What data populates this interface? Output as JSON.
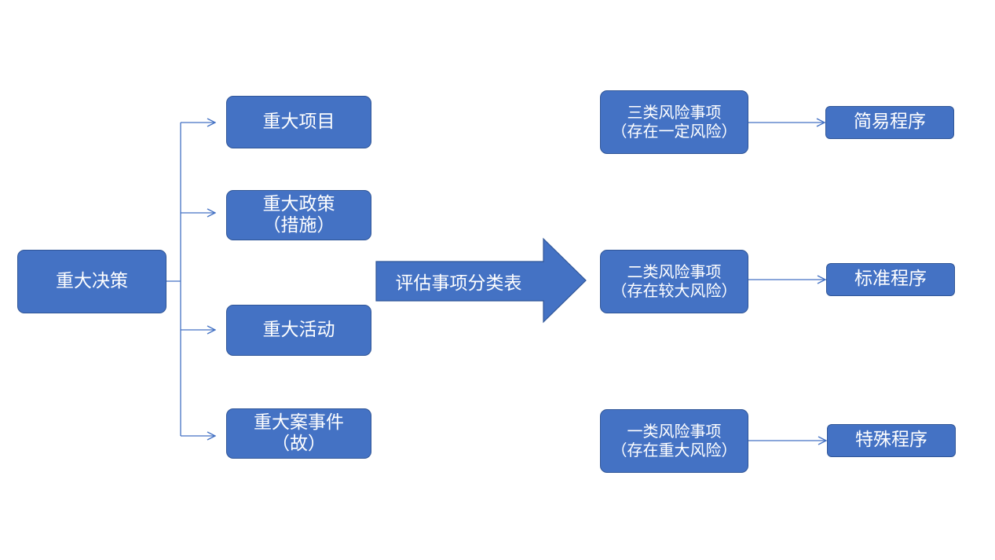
{
  "diagram": {
    "root": {
      "label": "重大决策"
    },
    "categories": [
      {
        "line1": "重大项目",
        "line2": ""
      },
      {
        "line1": "重大政策",
        "line2": "（措施）"
      },
      {
        "line1": "重大活动",
        "line2": ""
      },
      {
        "line1": "重大案事件",
        "line2": "（故）"
      }
    ],
    "process_arrow": {
      "label": "评估事项分类表"
    },
    "risk_levels": [
      {
        "line1": "三类风险事项",
        "line2": "（存在一定风险）"
      },
      {
        "line1": "二类风险事项",
        "line2": "（存在较大风险）"
      },
      {
        "line1": "一类风险事项",
        "line2": "（存在重大风险）"
      }
    ],
    "procedures": [
      {
        "label": "简易程序"
      },
      {
        "label": "标准程序"
      },
      {
        "label": "特殊程序"
      }
    ],
    "colors": {
      "box_fill": "#4472c4",
      "box_border": "#2f5597",
      "connector": "#4472c4",
      "text": "#ffffff"
    }
  }
}
